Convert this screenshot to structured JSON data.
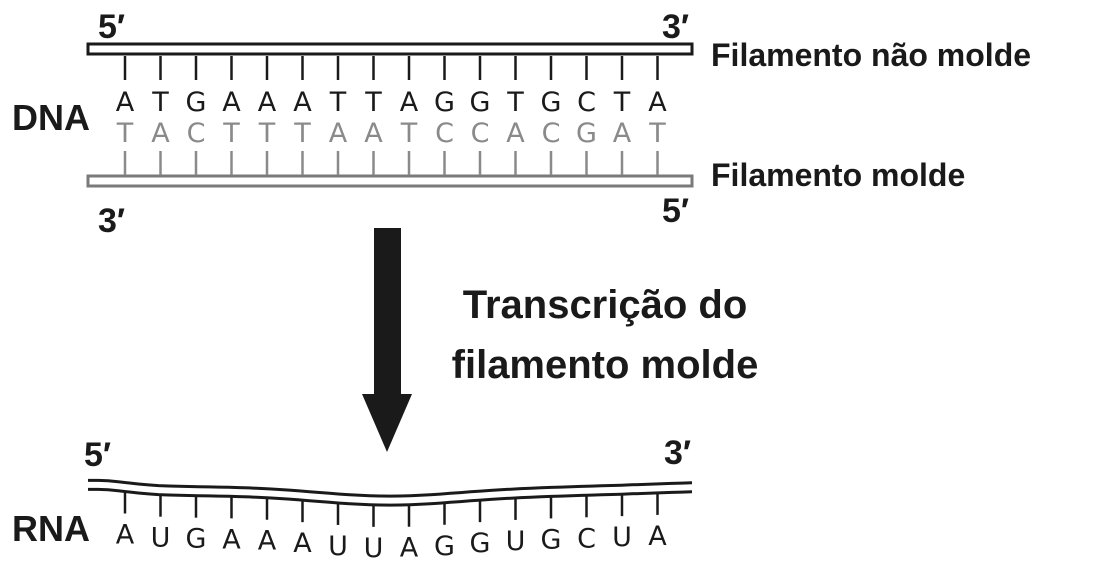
{
  "dna": {
    "label": "DNA",
    "coding_strand": {
      "label": "Filamento não molde",
      "end_left": "5′",
      "end_right": "3′",
      "bases": [
        "A",
        "T",
        "G",
        "A",
        "A",
        "A",
        "T",
        "T",
        "A",
        "G",
        "G",
        "T",
        "G",
        "C",
        "T",
        "A"
      ]
    },
    "template_strand": {
      "label": "Filamento molde",
      "end_left": "3′",
      "end_right": "5′",
      "bases": [
        "T",
        "A",
        "C",
        "T",
        "T",
        "T",
        "A",
        "A",
        "T",
        "C",
        "C",
        "A",
        "C",
        "G",
        "A",
        "T"
      ]
    }
  },
  "process": {
    "line1": "Transcrição do",
    "line2": "filamento molde"
  },
  "rna": {
    "label": "RNA",
    "end_left": "5′",
    "end_right": "3′",
    "bases": [
      "A",
      "U",
      "G",
      "A",
      "A",
      "A",
      "U",
      "U",
      "A",
      "G",
      "G",
      "U",
      "G",
      "C",
      "U",
      "A"
    ]
  },
  "colors": {
    "ink": "#1a1a1a",
    "template_gray": "#8a8a8a"
  }
}
